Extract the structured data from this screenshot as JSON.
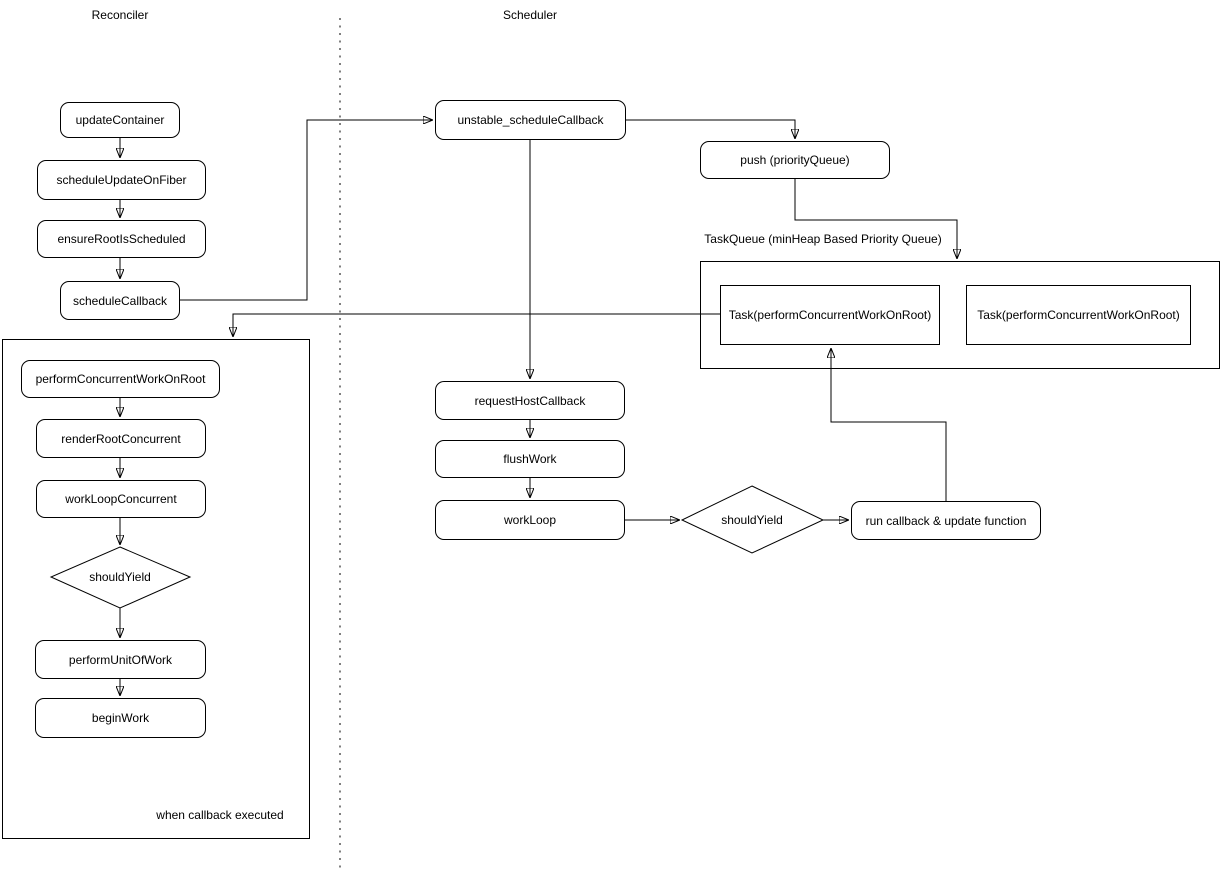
{
  "diagram": {
    "colors": {
      "stroke": "#000000",
      "background": "#ffffff"
    },
    "reconciler": {
      "title": "Reconciler",
      "update_container": "updateContainer",
      "schedule_update_on_fiber": "scheduleUpdateOnFiber",
      "ensure_root_is_scheduled": "ensureRootIsScheduled",
      "schedule_callback": "scheduleCallback",
      "callback_group": {
        "perform_concurrent_work_on_root": "performConcurrentWorkOnRoot",
        "render_root_concurrent": "renderRootConcurrent",
        "work_loop_concurrent": "workLoopConcurrent",
        "should_yield": "shouldYield",
        "perform_unit_of_work": "performUnitOfWork",
        "begin_work": "beginWork",
        "caption": "when callback executed"
      }
    },
    "scheduler": {
      "title": "Scheduler",
      "unstable_schedule_callback": "unstable_scheduleCallback",
      "push_priority_queue": "push (priorityQueue)",
      "task_queue": {
        "label": "TaskQueue (minHeap Based Priority Queue)",
        "tasks": [
          "Task(performConcurrentWorkOnRoot)",
          "Task(performConcurrentWorkOnRoot)"
        ]
      },
      "request_host_callback": "requestHostCallback",
      "flush_work": "flushWork",
      "work_loop": "workLoop",
      "should_yield": "shouldYield",
      "run_callback": "run callback & update function"
    }
  }
}
